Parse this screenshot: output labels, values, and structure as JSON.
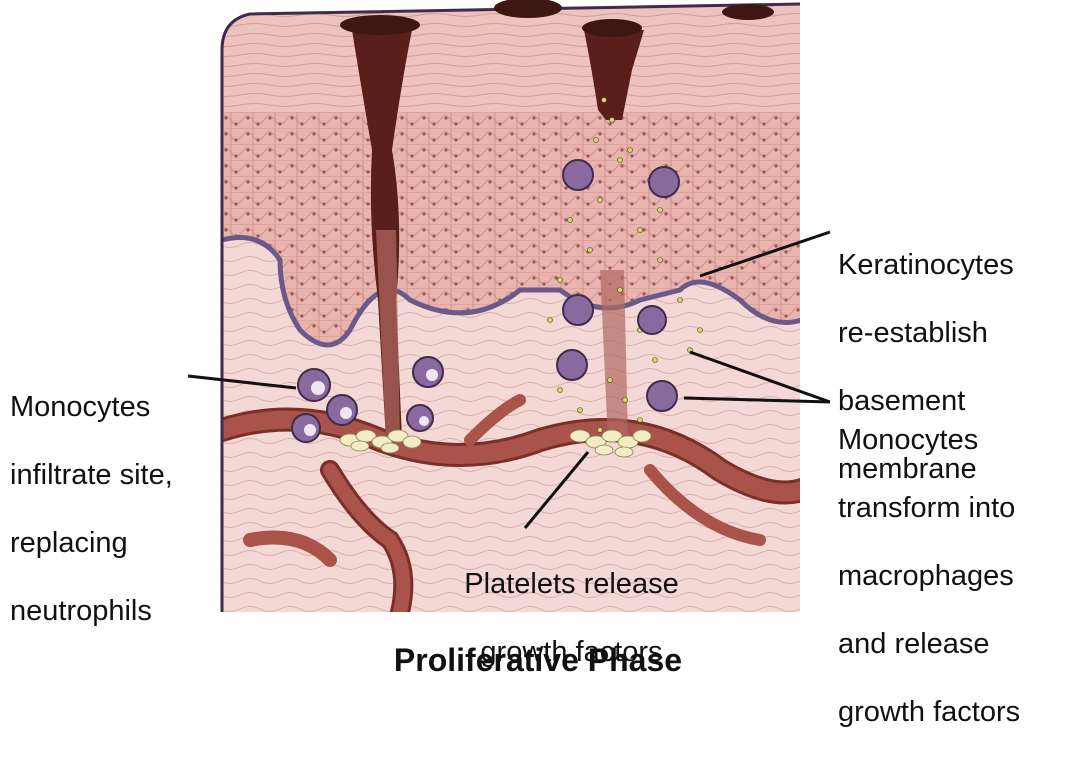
{
  "labels": {
    "keratinocytes": [
      "Keratinocytes",
      "re-establish",
      "basement",
      "membrane"
    ],
    "monocytes_infiltrate": [
      "Monocytes",
      "infiltrate site,",
      "replacing",
      "neutrophils"
    ],
    "monocytes_transform": [
      "Monocytes",
      "transform into",
      "macrophages",
      "and release",
      "growth factors"
    ],
    "platelets": [
      "Platelets release",
      "growth factors"
    ]
  },
  "title": "Proliferative Phase",
  "colors": {
    "tissue_light": "#f3d6d3",
    "tissue_mid": "#e8b8b4",
    "epidermis": "#e2a7a3",
    "basement": "#6a5a8a",
    "vessel": "#a9534a",
    "vessel_dark": "#7a3028",
    "clot": "#5a1f1a",
    "monocyte": "#8a6a9e",
    "platelet": "#f1ecc4",
    "growth_factor": "#d8d86a",
    "line": "#111111"
  },
  "icons": {
    "monocyte": "purple-monocyte-cell-icon",
    "macrophage": "spiky-macrophage-cell-icon",
    "platelet": "platelet-cluster-icon"
  }
}
